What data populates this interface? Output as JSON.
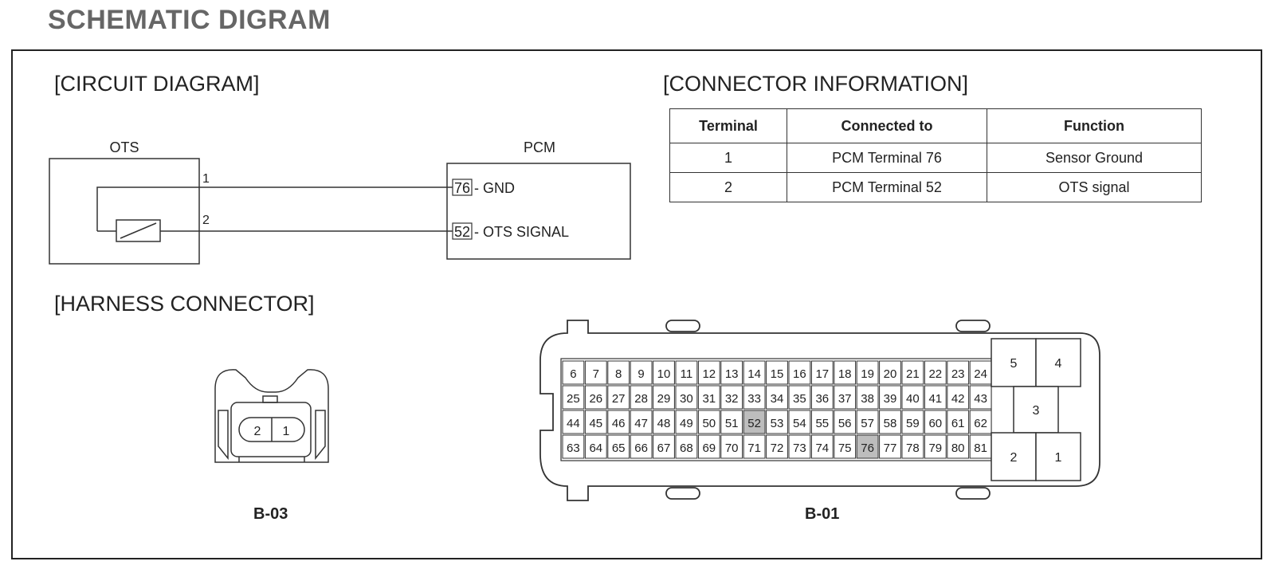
{
  "title": "SCHEMATIC DIGRAM",
  "sections": {
    "circuit": "[CIRCUIT DIAGRAM]",
    "connector": "[CONNECTOR INFORMATION]",
    "harness": "[HARNESS CONNECTOR]"
  },
  "circuit": {
    "ots_label": "OTS",
    "pcm_label": "PCM",
    "wire1_pin": "1",
    "wire2_pin": "2",
    "pcm_pin1": "76",
    "pcm_pin1_text": " - GND",
    "pcm_pin2": "52",
    "pcm_pin2_text": " - OTS SIGNAL"
  },
  "table": {
    "headers": [
      "Terminal",
      "Connected to",
      "Function"
    ],
    "rows": [
      [
        "1",
        "PCM Terminal 76",
        "Sensor Ground"
      ],
      [
        "2",
        "PCM Terminal 52",
        "OTS signal"
      ]
    ]
  },
  "b03": {
    "caption": "B-03",
    "pins": [
      "2",
      "1"
    ]
  },
  "b01": {
    "caption": "B-01",
    "grid_rows": [
      [
        "6",
        "7",
        "8",
        "9",
        "10",
        "11",
        "12",
        "13",
        "14",
        "15",
        "16",
        "17",
        "18",
        "19",
        "20",
        "21",
        "22",
        "23",
        "24"
      ],
      [
        "25",
        "26",
        "27",
        "28",
        "29",
        "30",
        "31",
        "32",
        "33",
        "34",
        "35",
        "36",
        "37",
        "38",
        "39",
        "40",
        "41",
        "42",
        "43"
      ],
      [
        "44",
        "45",
        "46",
        "47",
        "48",
        "49",
        "50",
        "51",
        "52",
        "53",
        "54",
        "55",
        "56",
        "57",
        "58",
        "59",
        "60",
        "61",
        "62"
      ],
      [
        "63",
        "64",
        "65",
        "66",
        "67",
        "68",
        "69",
        "70",
        "71",
        "72",
        "73",
        "74",
        "75",
        "76",
        "77",
        "78",
        "79",
        "80",
        "81"
      ]
    ],
    "highlighted": [
      "52",
      "76"
    ],
    "power_pins": [
      "5",
      "4",
      "3",
      "2",
      "1"
    ],
    "highlight_color": "#bdbdbd"
  }
}
